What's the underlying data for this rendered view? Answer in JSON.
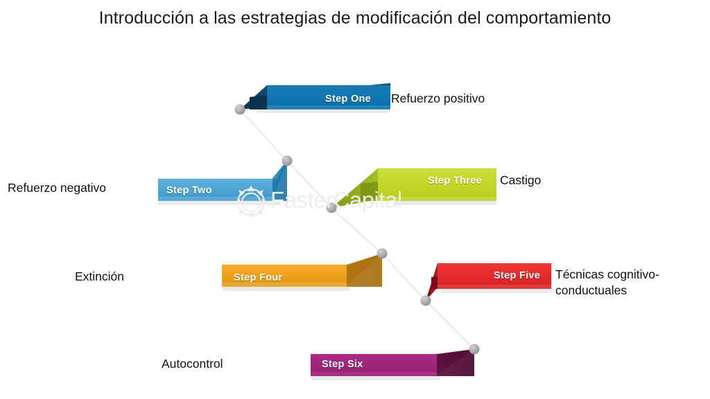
{
  "page": {
    "title": "Introducción a las estrategias de modificación del comportamiento",
    "background_color": "#ffffff"
  },
  "watermark": {
    "text": "FasterCapital",
    "icon": "gear-icon",
    "color": "#eceded"
  },
  "diagram": {
    "type": "zigzag-step-ribbons",
    "connector_color": "#e2e2e2",
    "node_color": "#a9a9a9",
    "steps": [
      {
        "id": "step-one",
        "step_label": "Step One",
        "description": "Refuerzo positivo",
        "description_side": "right",
        "color": "#1279b5",
        "color_dark": "#0d3f5f",
        "tail_side": "left",
        "tail_direction": "down"
      },
      {
        "id": "step-two",
        "step_label": "Step Two",
        "description": "Refuerzo negativo",
        "description_side": "left",
        "color": "#54a9d8",
        "color_dark": "#1f76a8",
        "tail_side": "right",
        "tail_direction": "up"
      },
      {
        "id": "step-three",
        "step_label": "Step Three",
        "description": "Castigo",
        "description_side": "right",
        "color": "#c4d92b",
        "color_dark": "#87a017",
        "tail_side": "left",
        "tail_direction": "down"
      },
      {
        "id": "step-four",
        "step_label": "Step Four",
        "description": "Extinción",
        "description_side": "left",
        "color": "#f0a11e",
        "color_dark": "#b4761a",
        "tail_side": "right",
        "tail_direction": "up"
      },
      {
        "id": "step-five",
        "step_label": "Step Five",
        "description": "Técnicas cognitivo-conductuales",
        "description_side": "right",
        "color": "#e8272b",
        "color_dark": "#8c1118",
        "tail_side": "left",
        "tail_direction": "down"
      },
      {
        "id": "step-six",
        "step_label": "Step Six",
        "description": "Autocontrol",
        "description_side": "left",
        "color": "#a3267e",
        "color_dark": "#5e1140",
        "tail_side": "right",
        "tail_direction": "up"
      }
    ]
  }
}
